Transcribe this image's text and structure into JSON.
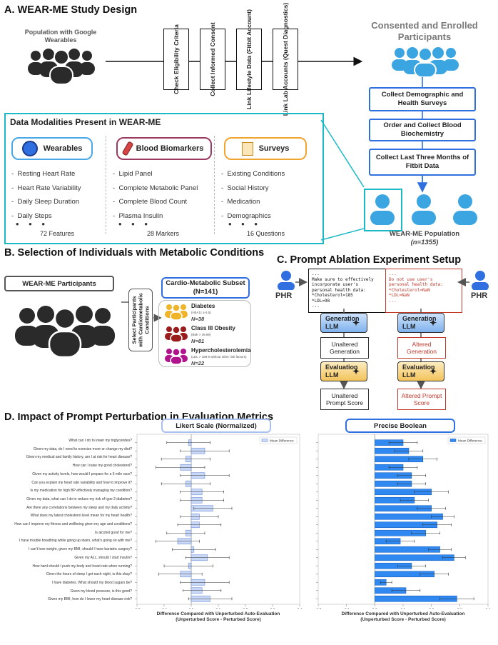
{
  "section_a": {
    "title": "A. WEAR-ME Study Design",
    "population_label": "Population with Google Wearables",
    "steps": [
      "Check Eligibility Criteria",
      "Collect Informed Consent",
      "Link Lifestyle Data (Fitbit Account)",
      "Link Lab Accounts (Quest Diagnostics)"
    ],
    "consented_label": "Consented and Enrolled Participants",
    "collect_steps": [
      "Collect Demographic and Health Surveys",
      "Order and Collect Blood Biochemistry",
      "Collect Last Three Months of Fitbit Data"
    ],
    "population_title": "WEAR-ME Population",
    "population_n": "(n=1355)",
    "modalities_title": "Data Modalities Present in WEAR-ME",
    "modalities": [
      {
        "label": "Wearables",
        "color": "#4aa8e6",
        "items": [
          "Resting Heart Rate",
          "Heart Rate Variability",
          "Daily Sleep Duration",
          "Daily Steps"
        ],
        "count": "72 Features"
      },
      {
        "label": "Blood Biomarkers",
        "color": "#9c3b62",
        "items": [
          "Lipid Panel",
          "Complete Metabolic Panel",
          "Complete Blood Count",
          "Plasma Insulin"
        ],
        "count": "28 Markers"
      },
      {
        "label": "Surveys",
        "color": "#f0a530",
        "items": [
          "Existing Conditions",
          "Social History",
          "Medication",
          "Demographics"
        ],
        "count": "16 Questions"
      }
    ],
    "dots": "• • •"
  },
  "section_b": {
    "title": "B. Selection of Individuals with Metabolic Conditions",
    "participants_label": "WEAR-ME Participants",
    "select_label": "Select Participants with Cardiometabolic Conditions",
    "subset_label": "Cardio-Metabolic Subset (N=141)",
    "groups": [
      {
        "name": "Diabetes",
        "criteria": "(HbA1c ≥ 6.5)",
        "n": "N=38",
        "color": "#f0b429"
      },
      {
        "name": "Class III Obesity",
        "criteria": "(BMI > 39.99)",
        "n": "N=81",
        "color": "#9b1c1c"
      },
      {
        "name": "Hypercholesterolemia",
        "criteria": "(LDL > 189.9 without other risk factors)",
        "n": "N=22",
        "color": "#b0138c"
      }
    ]
  },
  "section_c": {
    "title": "C. Prompt Ablation Experiment Setup",
    "left_prompt": "...\nMake sure to effectively\nincorporate user's\npersonal health data:\n*Cholesterol=185\n*LDL=98\n...",
    "right_prompt": "...\nDo not use user's\npersonal health data:\n*Cholesterol=NaN\n*LDL=NaN\n...",
    "phr": "PHR",
    "generation_llm": "Generation LLM",
    "evaluation_llm": "Evaluation LLM",
    "unaltered_generation": "Unaltered Generation",
    "altered_generation": "Altered Generation",
    "unaltered_score": "Unaltered Prompt Score",
    "altered_score": "Altered Prompt Score",
    "sparkle": "✦"
  },
  "section_d": {
    "title": "D. Impact of Prompt Perturbation in Evaluation Metrics",
    "xlabel": "Difference Compared with Unperturbed Auto-Evaluation",
    "xlabel2": "(Unperturbed Score - Perturbed Score)",
    "questions": [
      "What can I do to lower my triglycerides?",
      "Given my data, do I need to exercise more or change my diet?",
      "Given my medical and family history, am I at risk for heart disease?",
      "How can I raise my good cholesterol?",
      "Given my activity levels, how would I prepare for a 5 mile race?",
      "Can you explain my heart rate variability and how to improve it?",
      "Is my medication for high BP effectively managing my condition?",
      "Given my data, what can I do to reduce my risk of type 2 diabetes?",
      "Are there any correlations between my sleep and my daily activity?",
      "What does my latest cholesterol level mean for my heart health?",
      "How can I improve my fitness and wellbeing given my age and conditions?",
      "Is alcohol good for me?",
      "I have trouble breathing while going up stairs, what's going on with me?",
      "I can't lose weight, given my BMI, should I have bariatric surgery?",
      "Given my A1c, should I start insulin?",
      "How hard should I push my body and heart rate when running?",
      "Given the hours of sleep I get each night, is this okay?",
      "I have diabetes. What should my blood sugars be?",
      "Given my blood pressure, is this good?",
      "Given my BMI, how do I lower my heart disease risk?"
    ]
  },
  "chart_data": [
    {
      "type": "bar",
      "title": "Likert Scale (Normalized)",
      "legend": "Mean Difference",
      "legend_position": "top-right",
      "xlim": [
        -0.2,
        0.4
      ],
      "ticks": [
        "-0.2",
        "-0.1",
        "0.0",
        "0.1",
        "0.2",
        "0.3",
        "0.4"
      ],
      "color": "#c9d8f7",
      "stroke": "#6e8fd8",
      "values": [
        -0.01,
        0.05,
        -0.02,
        -0.04,
        0.05,
        -0.02,
        0.04,
        0.04,
        0.08,
        0.03,
        0.03,
        -0.02,
        -0.05,
        0.01,
        0.06,
        -0.01,
        -0.04,
        0.05,
        0.04,
        0.07
      ],
      "err": [
        0.08,
        0.09,
        0.09,
        0.09,
        0.09,
        0.09,
        0.08,
        0.08,
        0.07,
        0.07,
        0.08,
        0.07,
        0.08,
        0.08,
        0.08,
        0.09,
        0.08,
        0.09,
        0.07,
        0.08
      ]
    },
    {
      "type": "bar",
      "title": "Precise Boolean",
      "legend": "Mean Difference",
      "legend_position": "top-right",
      "xlim": [
        -0.2,
        0.4
      ],
      "ticks": [
        "-0.2",
        "-0.1",
        "0.0",
        "0.1",
        "0.2",
        "0.3",
        "0.4"
      ],
      "color": "#2f89f0",
      "stroke": "#1c62c4",
      "values": [
        0.1,
        0.12,
        0.17,
        0.1,
        0.13,
        0.13,
        0.2,
        0.14,
        0.2,
        0.24,
        0.22,
        0.18,
        0.09,
        0.23,
        0.28,
        0.13,
        0.21,
        0.04,
        0.11,
        0.29
      ],
      "err": [
        0.05,
        0.05,
        0.05,
        0.05,
        0.05,
        0.05,
        0.06,
        0.05,
        0.05,
        0.04,
        0.05,
        0.05,
        0.05,
        0.04,
        0.04,
        0.05,
        0.05,
        0.02,
        0.05,
        0.06
      ]
    }
  ]
}
